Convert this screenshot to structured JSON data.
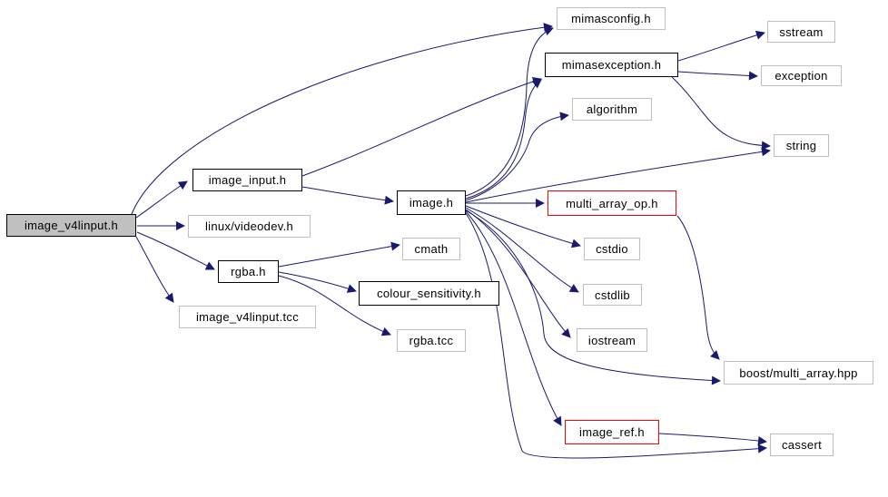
{
  "diagram": {
    "type": "include-dependency-graph",
    "colors": {
      "edge": "#191970",
      "border_documented": "#000000",
      "border_external": "#bebebe",
      "border_truncated": "#ff0000",
      "root_fill": "#c0c0c0",
      "node_fill": "#ffffff",
      "background": "#ffffff"
    },
    "nodes": [
      {
        "id": "image_v4linput_h",
        "label": "image_v4linput.h",
        "border": "black",
        "root": true
      },
      {
        "id": "image_input_h",
        "label": "image_input.h",
        "border": "black",
        "root": false
      },
      {
        "id": "linux_videodev_h",
        "label": "linux/videodev.h",
        "border": "gray",
        "root": false
      },
      {
        "id": "rgba_h",
        "label": "rgba.h",
        "border": "black",
        "root": false
      },
      {
        "id": "image_v4linput_tcc",
        "label": "image_v4linput.tcc",
        "border": "gray",
        "root": false
      },
      {
        "id": "image_h",
        "label": "image.h",
        "border": "black",
        "root": false
      },
      {
        "id": "cmath",
        "label": "cmath",
        "border": "gray",
        "root": false
      },
      {
        "id": "colour_sensitivity_h",
        "label": "colour_sensitivity.h",
        "border": "black",
        "root": false
      },
      {
        "id": "rgba_tcc",
        "label": "rgba.tcc",
        "border": "gray",
        "root": false
      },
      {
        "id": "mimasconfig_h",
        "label": "mimasconfig.h",
        "border": "gray",
        "root": false
      },
      {
        "id": "mimasexception_h",
        "label": "mimasexception.h",
        "border": "black",
        "root": false
      },
      {
        "id": "algorithm",
        "label": "algorithm",
        "border": "gray",
        "root": false
      },
      {
        "id": "sstream",
        "label": "sstream",
        "border": "gray",
        "root": false
      },
      {
        "id": "exception",
        "label": "exception",
        "border": "gray",
        "root": false
      },
      {
        "id": "string",
        "label": "string",
        "border": "gray",
        "root": false
      },
      {
        "id": "multi_array_op_h",
        "label": "multi_array_op.h",
        "border": "red",
        "root": false
      },
      {
        "id": "cstdio",
        "label": "cstdio",
        "border": "gray",
        "root": false
      },
      {
        "id": "cstdlib",
        "label": "cstdlib",
        "border": "gray",
        "root": false
      },
      {
        "id": "iostream",
        "label": "iostream",
        "border": "gray",
        "root": false
      },
      {
        "id": "boost_multi_array_hpp",
        "label": "boost/multi_array.hpp",
        "border": "gray",
        "root": false
      },
      {
        "id": "image_ref_h",
        "label": "image_ref.h",
        "border": "red",
        "root": false
      },
      {
        "id": "cassert",
        "label": "cassert",
        "border": "gray",
        "root": false
      }
    ],
    "edges": [
      {
        "from": "image_v4linput_h",
        "to": "image_input_h"
      },
      {
        "from": "image_v4linput_h",
        "to": "mimasconfig_h"
      },
      {
        "from": "image_v4linput_h",
        "to": "linux_videodev_h"
      },
      {
        "from": "image_v4linput_h",
        "to": "rgba_h"
      },
      {
        "from": "image_v4linput_h",
        "to": "image_v4linput_tcc"
      },
      {
        "from": "image_input_h",
        "to": "mimasexception_h"
      },
      {
        "from": "image_input_h",
        "to": "image_h"
      },
      {
        "from": "rgba_h",
        "to": "cmath"
      },
      {
        "from": "rgba_h",
        "to": "colour_sensitivity_h"
      },
      {
        "from": "rgba_h",
        "to": "rgba_tcc"
      },
      {
        "from": "image_h",
        "to": "mimasconfig_h"
      },
      {
        "from": "image_h",
        "to": "mimasexception_h"
      },
      {
        "from": "image_h",
        "to": "algorithm"
      },
      {
        "from": "image_h",
        "to": "string"
      },
      {
        "from": "image_h",
        "to": "multi_array_op_h"
      },
      {
        "from": "image_h",
        "to": "cstdio"
      },
      {
        "from": "image_h",
        "to": "cstdlib"
      },
      {
        "from": "image_h",
        "to": "iostream"
      },
      {
        "from": "image_h",
        "to": "boost_multi_array_hpp"
      },
      {
        "from": "image_h",
        "to": "image_ref_h"
      },
      {
        "from": "image_h",
        "to": "cassert"
      },
      {
        "from": "mimasexception_h",
        "to": "sstream"
      },
      {
        "from": "mimasexception_h",
        "to": "exception"
      },
      {
        "from": "mimasexception_h",
        "to": "string"
      },
      {
        "from": "multi_array_op_h",
        "to": "boost_multi_array_hpp"
      },
      {
        "from": "image_ref_h",
        "to": "cassert"
      }
    ]
  }
}
